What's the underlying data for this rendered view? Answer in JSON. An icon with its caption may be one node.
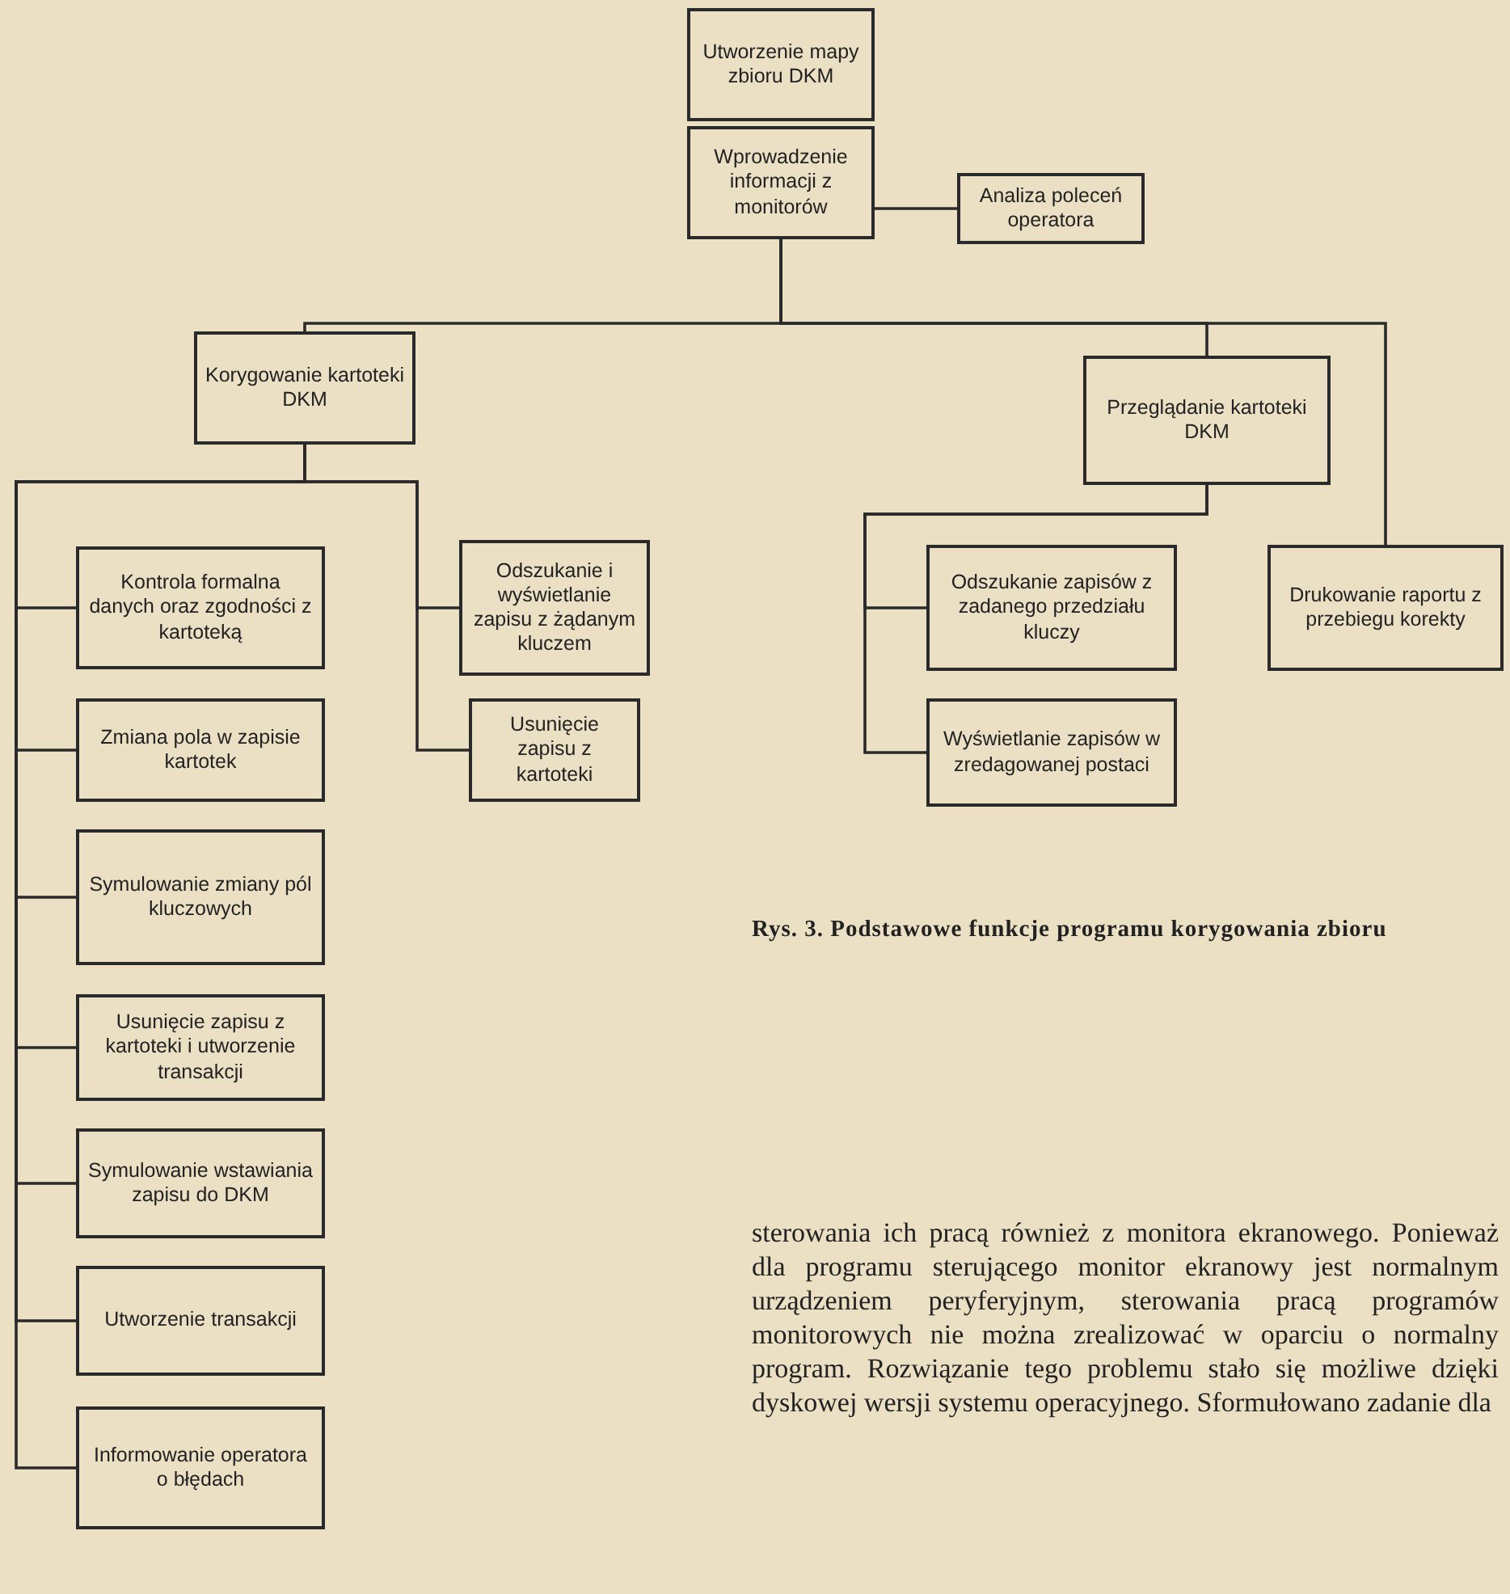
{
  "diagram": {
    "caption": "Rys. 3. Podstawowe funkcje programu korygowania zbioru",
    "nodes": [
      {
        "text": [
          "Utworzenie mapy zbioru DKM"
        ]
      },
      {
        "text": [
          "Wprowadzenie informacji z monitorów"
        ]
      },
      {
        "text": [
          "Analiza poleceń operatora"
        ]
      },
      {
        "text": [
          "Korygowanie kartoteki DKM"
        ]
      },
      {
        "text": [
          "Przeglądanie kartoteki DKM"
        ]
      },
      {
        "text": [
          "Kontrola formalna danych oraz zgodności z kartoteką"
        ]
      },
      {
        "text": [
          "Odszukanie i wyświetlanie zapisu z żądanym kluczem"
        ]
      },
      {
        "text": [
          "Zmiana pola w zapisie kartotek"
        ]
      },
      {
        "text": [
          "Usunięcie zapisu z kartoteki"
        ]
      },
      {
        "text": [
          "Symulowanie zmiany pól kluczowych"
        ]
      },
      {
        "text": [
          "Usunięcie zapisu z kartoteki i utworzenie transakcji"
        ]
      },
      {
        "text": [
          "Symulowanie wstawiania zapisu do DKM"
        ]
      },
      {
        "text": [
          "Utworzenie transakcji"
        ]
      },
      {
        "text": [
          "Informowanie operatora o błędach"
        ]
      },
      {
        "text": [
          "Odszukanie zapisów z zadanego przedziału kluczy"
        ]
      },
      {
        "text": [
          "Wyświetlanie zapisów w zredagowanej postaci"
        ]
      },
      {
        "text": [
          "Drukowanie raportu z przebiegu korekty"
        ]
      }
    ],
    "edges": [
      {
        "from": 1,
        "to": 2,
        "arrow": "none"
      },
      {
        "from": 1,
        "to": 3,
        "arrow": "none"
      },
      {
        "from": 1,
        "to": 4,
        "arrow": "none"
      },
      {
        "from": 1,
        "to": 16,
        "arrow": "none"
      },
      {
        "from": 3,
        "to": 5,
        "arrow": "none"
      },
      {
        "from": 3,
        "to": 7,
        "arrow": "none"
      },
      {
        "from": 3,
        "to": 9,
        "arrow": "none"
      },
      {
        "from": 3,
        "to": 10,
        "arrow": "none"
      },
      {
        "from": 3,
        "to": 11,
        "arrow": "none"
      },
      {
        "from": 3,
        "to": 12,
        "arrow": "none"
      },
      {
        "from": 3,
        "to": 13,
        "arrow": "none"
      },
      {
        "from": 3,
        "to": 6,
        "arrow": "none"
      },
      {
        "from": 3,
        "to": 8,
        "arrow": "none"
      },
      {
        "from": 4,
        "to": 14,
        "arrow": "none"
      },
      {
        "from": 4,
        "to": 15,
        "arrow": "none"
      }
    ],
    "labels": [
      "sterowania ich pracą również z monitora ekranowego. Ponieważ dla programu sterującego monitor ekranowy jest normalnym urządzeniem peryferyjnym, sterowania pracą programów monitorowych nie można zrealizować w oparciu o normalny program. Rozwiązanie tego problemu stało się możliwe dzięki dyskowej wersji systemu operacyjnego. Sformułowano zadanie dla"
    ]
  }
}
